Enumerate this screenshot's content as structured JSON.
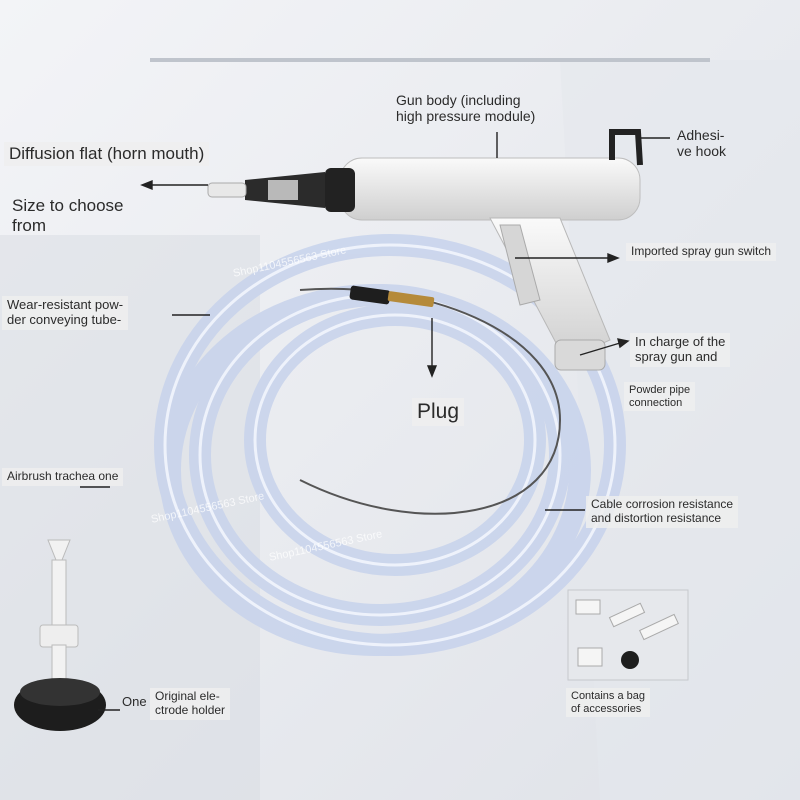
{
  "labels": {
    "gun_body": "Gun body (including\nhigh pressure module)",
    "adhesive_hook": "Adhesi-\nve hook",
    "diffusion": "Diffusion flat (horn mouth)",
    "size_choose": "Size to choose\nfrom",
    "switch": "Imported spray gun switch",
    "tube": "Wear-resistant pow-\nder conveying tube-",
    "charge": "In charge of the\nspray gun and",
    "powder_pipe": "Powder pipe\nconnection",
    "plug": "Plug",
    "trachea": "Airbrush trachea one",
    "cable": "Cable corrosion resistance\nand distortion resistance",
    "one": "One",
    "electrode": "Original ele-\nctrode holder",
    "accessories": "Contains a bag\nof accessories"
  },
  "watermark": "Shop1104556563 Store",
  "colors": {
    "wall": "#e9ebef",
    "gun_white": "#ececec",
    "nozzle_black": "#222222",
    "hose": "#c9d4ec",
    "label_text": "#2b2b2b"
  }
}
